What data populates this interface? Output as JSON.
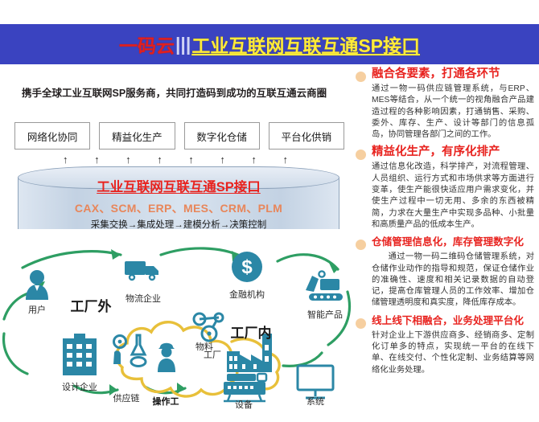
{
  "header": {
    "brand": "一码云",
    "separator": "|||",
    "title": "工业互联网互联互通SP接口"
  },
  "left": {
    "subtitle": "携手全球工业互联网SP服务商，共同打造码到成功的互联互通云商圈",
    "capability_boxes": [
      "网络化协同",
      "精益化生产",
      "数字化仓储",
      "平台化供销"
    ],
    "arrow_glyph": "↑",
    "arrow_count": 8,
    "cylinder": {
      "title": "工业互联网互联互通SP接口",
      "systems": "CAX、SCM、ERP、MES、CRM、PLM",
      "flow": "采集交换→集成处理→建模分析→决策控制"
    },
    "ecosystem": {
      "zone_outside": "工厂外",
      "zone_inside": "工厂内",
      "nodes": [
        {
          "name": "user",
          "label": "用户"
        },
        {
          "name": "logistics",
          "label": "物流企业"
        },
        {
          "name": "finance",
          "label": "金融机构"
        },
        {
          "name": "smart-product",
          "label": "智能产品"
        },
        {
          "name": "design",
          "label": "设计企业"
        },
        {
          "name": "supply-chain",
          "label": "供应链"
        },
        {
          "name": "operator",
          "label": "操作工"
        },
        {
          "name": "material",
          "label": "物料"
        },
        {
          "name": "equipment",
          "label": "设备"
        },
        {
          "name": "system",
          "label": "系统"
        }
      ]
    }
  },
  "right": {
    "sections": [
      {
        "title": "融合各要素，打通各环节",
        "body": "通过一物一码供应链管理系统，与ERP、MES等结合，从一个统一的视角融合产品建造过程的各种影响因素，打通销售、采购、委外、库存、生产、设计等部门的信息孤岛，协同管理各部门之间的工作。"
      },
      {
        "title": "精益化生产，有序化排产",
        "body": "通过信息化改造，科学排产，对流程管理、人员组织、运行方式和市场供求等方面进行变革，使生产能很快适应用户需求变化，并使生产过程中一切无用、多余的东西被精简，力求在大量生产中实现多品种、小批量和高质量产品的低成本生产。"
      },
      {
        "title": "仓储管理信息化，库存管理数字化",
        "body": "通过一物一码二维码仓储管理系统，对仓储作业动作的指导和规范，保证仓储作业的准确性、速度和相关记录数据的自动登记，提高仓库管理人员的工作效率、增加仓储管理透明度和真实度，降低库存成本。"
      },
      {
        "title": "线上线下相融合，业务处理平台化",
        "body": "针对企业上下游供应商多、经销商多、定制化订单多的特点，实现统一平台的在线下单、在线交付、个性化定制、业务结算等网络化业务处理。"
      }
    ]
  },
  "colors": {
    "header_bg": "#3a43c0",
    "header_brand": "#e02020",
    "header_title": "#ffeb3b",
    "accent_red": "#e8231f",
    "accent_orange": "#e8865a",
    "bullet": "#f6cfa0",
    "icon_teal": "#2b87a6",
    "arrow_green": "#2e9e63",
    "arrow_yellow": "#e8c03a"
  }
}
